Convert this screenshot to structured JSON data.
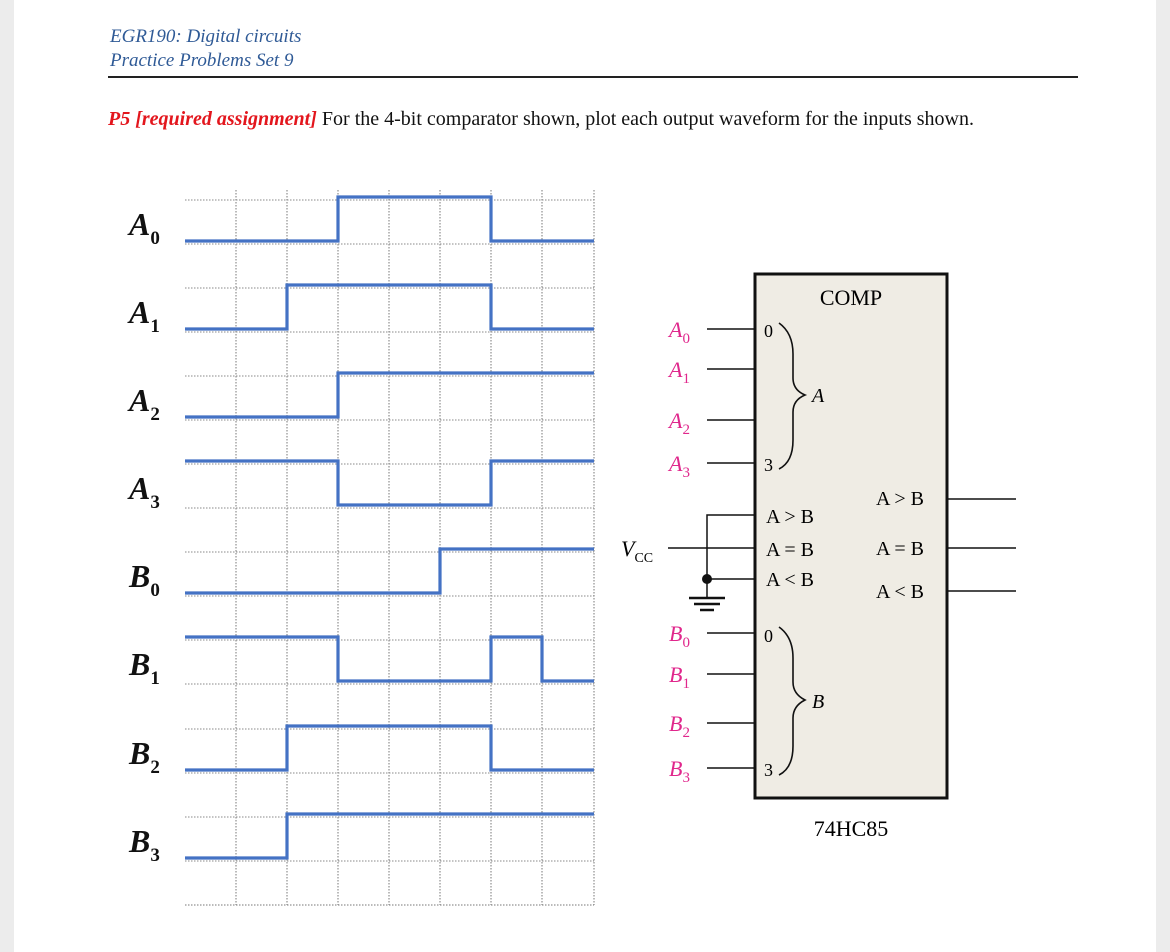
{
  "header": {
    "course": "EGR190: Digital circuits",
    "set": "Practice Problems Set 9"
  },
  "problem": {
    "tag": "P5 [required assignment]",
    "text": "For the 4-bit comparator shown, plot each output waveform for the inputs shown."
  },
  "waveforms": [
    {
      "base": "A",
      "sub": "0",
      "levels": [
        0,
        0,
        0,
        1,
        1,
        1,
        0,
        0
      ]
    },
    {
      "base": "A",
      "sub": "1",
      "levels": [
        0,
        0,
        1,
        1,
        1,
        1,
        0,
        0
      ]
    },
    {
      "base": "A",
      "sub": "2",
      "levels": [
        0,
        0,
        0,
        1,
        1,
        1,
        1,
        1
      ]
    },
    {
      "base": "A",
      "sub": "3",
      "levels": [
        1,
        1,
        1,
        0,
        0,
        0,
        1,
        1
      ]
    },
    {
      "base": "B",
      "sub": "0",
      "levels": [
        0,
        0,
        0,
        0,
        0,
        1,
        1,
        1
      ]
    },
    {
      "base": "B",
      "sub": "1",
      "levels": [
        1,
        1,
        1,
        0,
        0,
        0,
        1,
        0
      ]
    },
    {
      "base": "B",
      "sub": "2",
      "levels": [
        0,
        0,
        1,
        1,
        1,
        1,
        0,
        0
      ]
    },
    {
      "base": "B",
      "sub": "3",
      "levels": [
        0,
        0,
        1,
        1,
        1,
        1,
        1,
        1
      ]
    }
  ],
  "chip": {
    "title": "COMP",
    "part": "74HC85",
    "group_a": "A",
    "group_b": "B",
    "pin_first": "0",
    "pin_last": "3",
    "a_inputs": [
      {
        "base": "A",
        "sub": "0"
      },
      {
        "base": "A",
        "sub": "1"
      },
      {
        "base": "A",
        "sub": "2"
      },
      {
        "base": "A",
        "sub": "3"
      }
    ],
    "b_inputs": [
      {
        "base": "B",
        "sub": "0"
      },
      {
        "base": "B",
        "sub": "1"
      },
      {
        "base": "B",
        "sub": "2"
      },
      {
        "base": "B",
        "sub": "3"
      }
    ],
    "cascade_inputs": [
      "A > B",
      "A = B",
      "A < B"
    ],
    "outputs": [
      "A > B",
      "A = B",
      "A < B"
    ],
    "vcc": {
      "base": "V",
      "sub": "CC"
    }
  },
  "colors": {
    "waveform": "#4472c4",
    "pin_label": "#e0278c",
    "chip_fill": "#efece4",
    "header": "#2f5a96",
    "tag": "#e3161d"
  }
}
